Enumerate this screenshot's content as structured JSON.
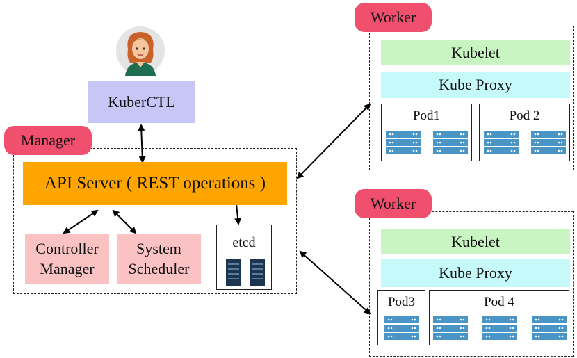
{
  "colors": {
    "tag": "#f0506e",
    "kubectl": "#c7c6f7",
    "api": "#ffa500",
    "component": "#fbc2c4",
    "kubelet": "#c8f5c2",
    "proxy": "#c6f9f9",
    "server_blue": "#4a95c6",
    "server_dark": "#1e3550"
  },
  "icons": {
    "user": "user-avatar-icon",
    "server": "server-rack-icon"
  },
  "kubectl": {
    "label": "KuberCTL"
  },
  "manager": {
    "tag": "Manager",
    "api_server": "API Server ( REST operations )",
    "controller_manager": [
      "Controller",
      "Manager"
    ],
    "system_scheduler": [
      "System",
      "Scheduler"
    ],
    "etcd": "etcd"
  },
  "workers": [
    {
      "tag": "Worker",
      "kubelet": "Kubelet",
      "proxy": "Kube Proxy",
      "pods": [
        "Pod1",
        "Pod 2"
      ]
    },
    {
      "tag": "Worker",
      "kubelet": "Kubelet",
      "proxy": "Kube Proxy",
      "pods": [
        "Pod3",
        "Pod 4"
      ]
    }
  ]
}
